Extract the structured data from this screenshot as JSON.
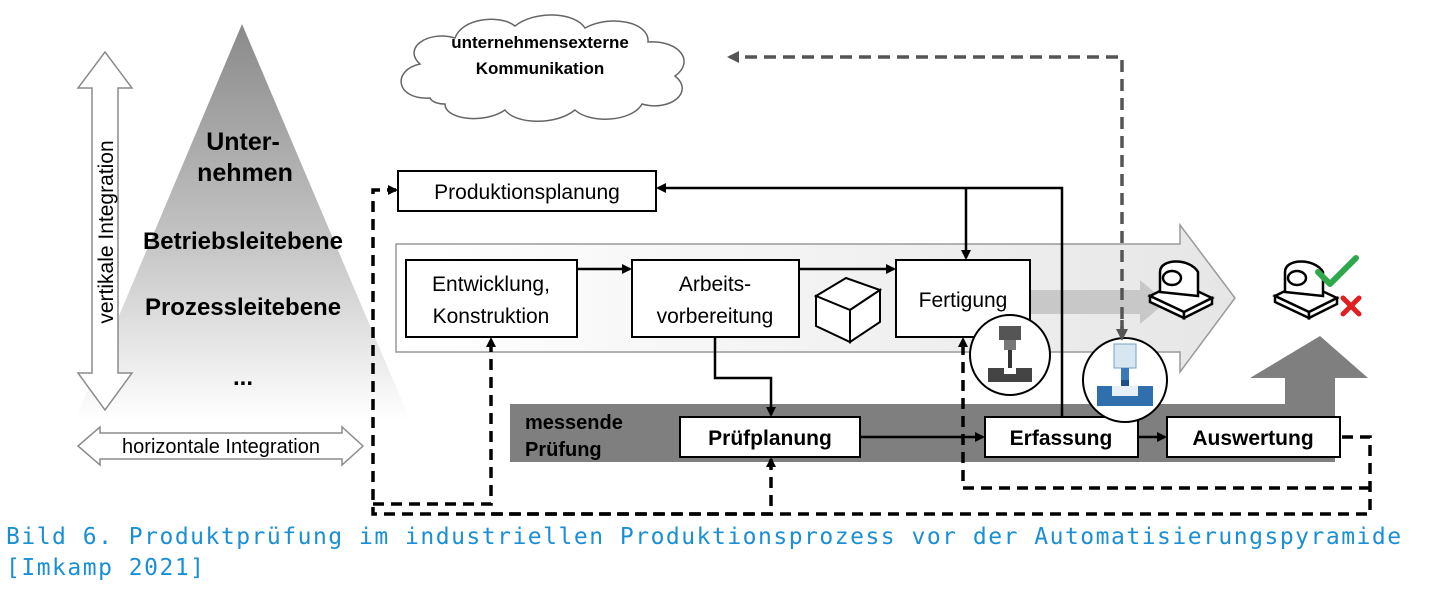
{
  "pyramid": {
    "line1": "Unter-",
    "line2": "nehmen",
    "level2": "Betriebsleitebene",
    "level3": "Prozessleitebene",
    "level4": "..."
  },
  "vertical_label": "vertikale Integration",
  "horizontal_label": "horizontale Integration",
  "cloud": {
    "line1": "unternehmensexterne",
    "line2": "Kommunikation"
  },
  "boxes": {
    "produktionsplanung": "Produktionsplanung",
    "entwicklung_1": "Entwicklung,",
    "entwicklung_2": "Konstruktion",
    "arbeits_1": "Arbeits-",
    "arbeits_2": "vorbereitung",
    "fertigung": "Fertigung",
    "pruefplanung": "Prüfplanung",
    "erfassung": "Erfassung",
    "auswertung": "Auswertung"
  },
  "band": {
    "line1": "messende",
    "line2": "Prüfung"
  },
  "caption": "Bild 6.  Produktprüfung im industriellen Produktionsprozess vor der Automatisierungspyramide [Imkamp 2021]",
  "colors": {
    "caption": "#1a8fd6",
    "band": "#7f7f7f",
    "check": "#2ea84a",
    "cross": "#e02020"
  }
}
